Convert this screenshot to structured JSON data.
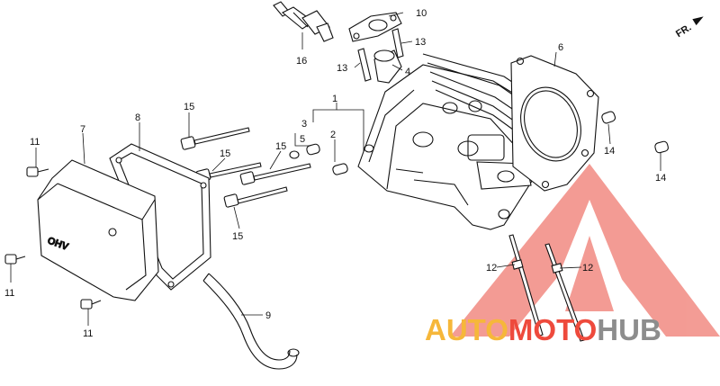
{
  "diagram": {
    "direction_marker": "FR.",
    "cover_embossing": "OHV",
    "callouts": {
      "c1": "1",
      "c2": "2",
      "c3": "3",
      "c4": "4",
      "c5": "5",
      "c6": "6",
      "c7": "7",
      "c8": "8",
      "c9": "9",
      "c10": "10",
      "c11a": "11",
      "c11b": "11",
      "c11c": "11",
      "c12a": "12",
      "c12b": "12",
      "c13a": "13",
      "c13b": "13",
      "c14a": "14",
      "c14b": "14",
      "c15a": "15",
      "c15b": "15",
      "c15c": "15",
      "c15d": "15",
      "c16": "16"
    }
  },
  "watermark": {
    "word_part1": "AUTO",
    "word_part2": "MOTO",
    "word_part3": "HUB",
    "colors": {
      "red": "#ee4a3c",
      "orange": "#f6b73a",
      "gray": "#8d8d8d"
    }
  }
}
